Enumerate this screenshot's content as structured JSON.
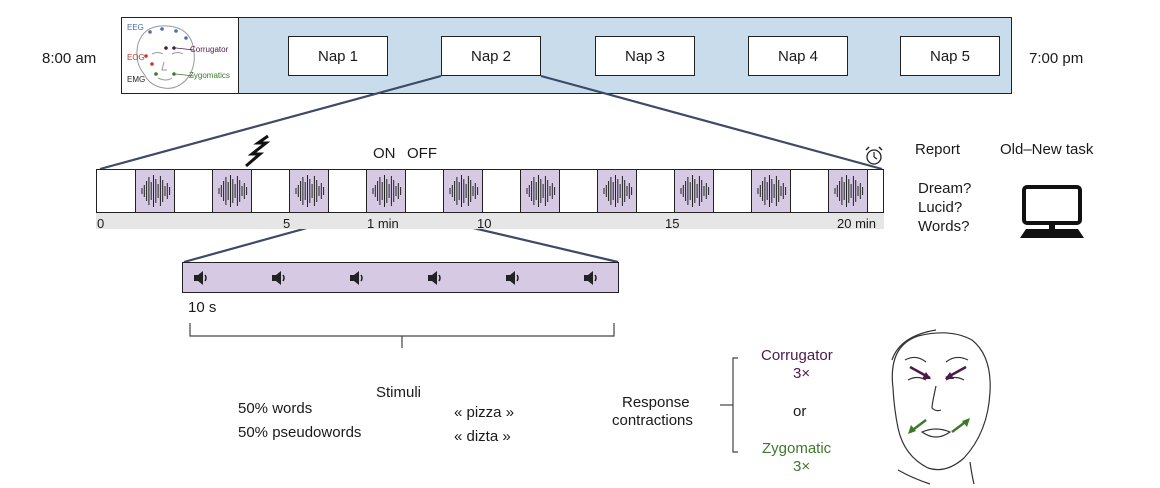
{
  "day": {
    "start_time": "8:00 am",
    "end_time": "7:00 pm",
    "naps": [
      "Nap 1",
      "Nap 2",
      "Nap 3",
      "Nap 4",
      "Nap 5"
    ]
  },
  "electrodes": {
    "eeg": "EEG",
    "eog": "EOG",
    "emg": "EMG",
    "corrugator": "Corrugator",
    "zygomatics": "Zygomatics",
    "colors": {
      "eeg": "#4a6fb0",
      "eog": "#c0392b",
      "emg": "#222222",
      "corrugator": "#4b1a4b",
      "zygomatics": "#3c7a2a"
    }
  },
  "nap_timeline": {
    "on_label": "ON",
    "off_label": "OFF",
    "ticks": [
      "0",
      "5",
      "1 min",
      "10",
      "15",
      "20 min"
    ],
    "block_count": 10
  },
  "post_nap": {
    "report_title": "Report",
    "report_questions": [
      "Dream?",
      "Lucid?",
      "Words?"
    ],
    "task_title": "Old–New task"
  },
  "stimulus_block": {
    "duration_label": "10 s",
    "speaker_count": 6
  },
  "stimuli": {
    "title": "Stimuli",
    "words_pct": "50% words",
    "pseudowords_pct": "50% pseudowords",
    "example_word": "« pizza »",
    "example_pseudoword": "« dizta »"
  },
  "response": {
    "label_line1": "Response",
    "label_line2": "contractions",
    "corrugator": "Corrugator",
    "corrugator_count": "3×",
    "or": "or",
    "zygomatic": "Zygomatic",
    "zygomatic_count": "3×"
  },
  "colors": {
    "band_fill": "#c9dcec",
    "block_fill": "#d6c9e3",
    "corrugator": "#4b1a4b",
    "zygomatic": "#3c7a2a"
  }
}
